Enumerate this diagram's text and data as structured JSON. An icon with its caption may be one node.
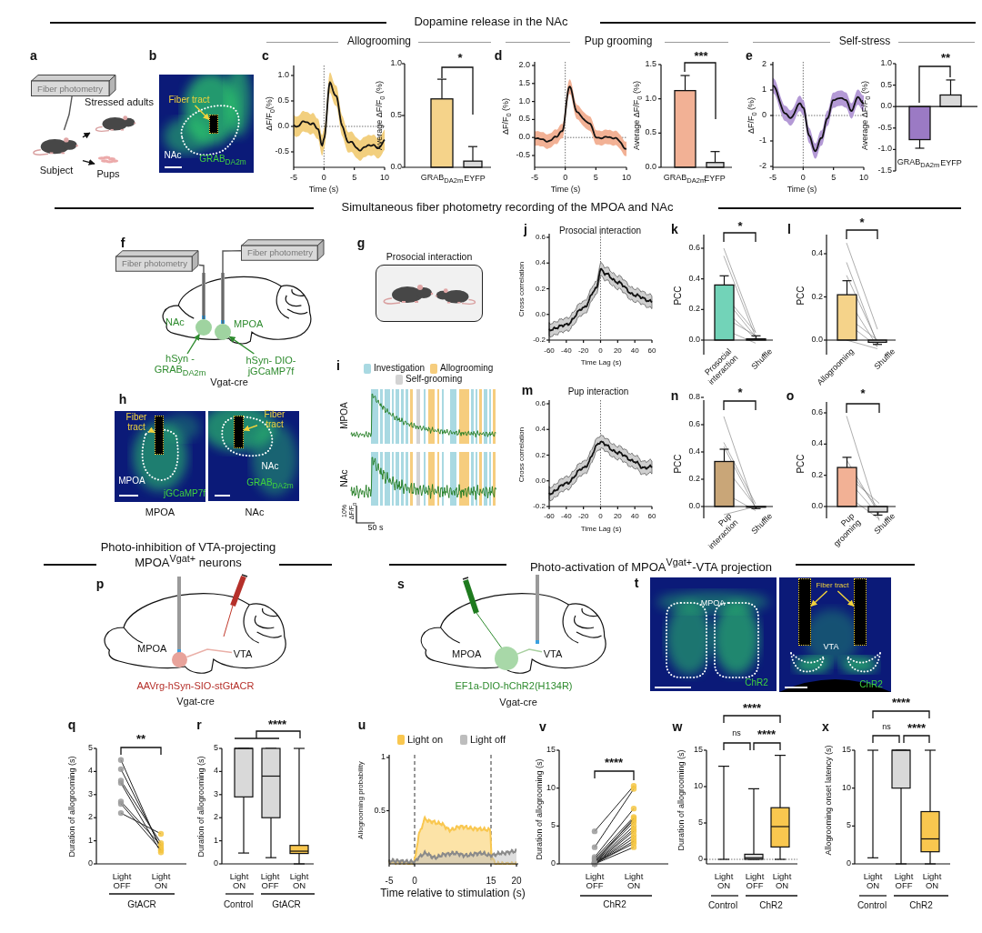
{
  "diagram": {
    "nodes": [
      {
        "text": [
          "Fiber photometry"
        ]
      },
      {
        "text": [
          "Subject"
        ]
      },
      {
        "text": [
          "Stressed adults"
        ]
      },
      {
        "text": [
          "Pups"
        ]
      },
      {
        "text": [
          "Fiber tract"
        ]
      },
      {
        "text": [],
        "shape": "box"
      },
      {
        "text": [
          "Fiber photometry"
        ]
      },
      {
        "text": [
          "Fiber photometry"
        ]
      },
      {
        "text": [],
        "shape": "circle",
        "beside": [
          "NAc"
        ]
      },
      {
        "text": [],
        "shape": "circle",
        "beside": [
          "MPOA"
        ]
      },
      {
        "text": [
          "hSyn -GRAB$_{DA2m}$"
        ]
      },
      {
        "text": [
          "hSyn- DIO-jGCaMP7f"
        ]
      },
      {
        "text": [
          "Fiber tract"
        ]
      },
      {
        "text": [],
        "shape": "box"
      },
      {
        "text": [
          "Fiber tract"
        ]
      },
      {
        "text": [],
        "shape": "box"
      },
      {
        "text": [
          "Fiber tract"
        ]
      },
      {
        "text": [],
        "shape": "box"
      },
      {
        "text": [],
        "shape": "box"
      },
      {
        "text": [],
        "shape": "circle",
        "beside": [
          "MPOA"
        ]
      },
      {
        "text": [
          "VTA"
        ]
      },
      {
        "text": [],
        "shape": "circle",
        "beside": [
          "MPOA"
        ]
      },
      {
        "text": [
          "VTA"
        ]
      },
      {
        "text": [
          "Prosocial interaction"
        ]
      }
    ],
    "edges": [
      {
        "from": 0,
        "to": 1,
        "arrow": "none",
        "color": "#555555"
      },
      {
        "from": 1,
        "to": 2,
        "arrow": "to",
        "color": "#111111"
      },
      {
        "from": 1,
        "to": 3,
        "arrow": "to",
        "color": "#111111"
      },
      {
        "from": 4,
        "to": 5,
        "arrow": "to",
        "color": "#f2d33c"
      },
      {
        "from": 6,
        "to": 8,
        "arrow": "none",
        "color": "#555555"
      },
      {
        "from": 7,
        "to": 9,
        "arrow": "none",
        "color": "#555555"
      },
      {
        "from": 10,
        "to": 8,
        "arrow": "to",
        "color": "#2e8b2e"
      },
      {
        "from": 11,
        "to": 9,
        "arrow": "to",
        "color": "#2e8b2e"
      },
      {
        "from": 12,
        "to": 13,
        "arrow": "to",
        "color": "#f2d33c"
      },
      {
        "from": 14,
        "to": 15,
        "arrow": "to",
        "color": "#f2d33c"
      },
      {
        "from": 16,
        "to": 17,
        "arrow": "to",
        "color": "#f2d33c"
      },
      {
        "from": 16,
        "to": 18,
        "arrow": "to",
        "color": "#f2d33c"
      },
      {
        "from": 19,
        "to": 20,
        "arrow": "none",
        "color": "#eab0a8"
      },
      {
        "from": 21,
        "to": 22,
        "arrow": "none",
        "color": "#a8d0a0"
      }
    ],
    "labels": [
      "Dopamine release in the NAc",
      "Allogrooming",
      "Pup grooming",
      "Self-stress",
      "a",
      "b",
      "NAc",
      "GRAB$_{DA2m}$",
      "c",
      "1.0",
      "0.5",
      "0.0",
      "-0.5",
      "ΔF/F$_{0}$(%)",
      "-5",
      "0",
      "5",
      "10",
      "Time (s)",
      "*",
      "1.0",
      "0.5",
      "0.0",
      "Average ΔF/F$_{0}$ (%)",
      "GRAB$_{DA2m}$",
      "EYFP",
      "d",
      "2.0",
      "1.5",
      "1.0",
      "0.5",
      "0.0",
      "-0.5",
      "ΔF/F$_{0}$ (%)",
      "-5",
      "0",
      "5",
      "10",
      "Time (s)",
      "***",
      "1.5",
      "1.0",
      "0.5",
      "0.0",
      "Average ΔF/F$_{0}$ (%)",
      "GRAB$_{DA2m}$",
      "EYFP",
      "e",
      "2",
      "1",
      "0",
      "-1",
      "-2",
      "ΔF/F$_{0}$ (%)",
      "-5",
      "0",
      "5",
      "10",
      "Time (s)",
      "**",
      "1.0",
      "0.5",
      "0.0",
      "-0.5",
      "-1.0",
      "-1.5",
      "Average ΔF/F$_{0}$ (%)",
      "GRAB$_{DA2m}$",
      "EYFP",
      "Simultaneous fiber photometry recording of the MPOA and NAc",
      "f",
      "g",
      "Vgat-cre",
      "h",
      "MPOA",
      "jGCaMP7f",
      "NAc",
      "GRAB$_{DA2m}$",
      "MPOA",
      "NAc",
      "i",
      "MPOA",
      "NAc",
      "10% ΔF/F$_{0}$",
      "50 s",
      "j",
      "Prosocial interaction",
      "0.6",
      "0.4",
      "0.2",
      "0.0",
      "-0.2",
      "Cross correlation",
      "-60",
      "-40",
      "-20",
      "0",
      "20",
      "40",
      "60",
      "Time Lag (s)",
      "k",
      "*",
      "0.6",
      "0.4",
      "0.2",
      "0.0",
      "PCC",
      "Prosocial interaction",
      "Shuffle",
      "l",
      "*",
      "0.4",
      "0.2",
      "0.0",
      "PCC",
      "Allogrooming",
      "Shuffle",
      "m",
      "Pup interaction",
      "0.6",
      "0.4",
      "0.2",
      "0.0",
      "-0.2",
      "Cross correlation",
      "-60",
      "-40",
      "-20",
      "0",
      "20",
      "40",
      "60",
      "Time Lag (s)",
      "n",
      "*",
      "0.8",
      "0.6",
      "0.4",
      "0.2",
      "0.0",
      "PCC",
      "Pup interaction",
      "Shuffle",
      "o",
      "*",
      "0.6",
      "0.4",
      "0.2",
      "0.0",
      "PCC",
      "Pup grooming",
      "Shuffle",
      "Photo-inhibition of VTA-projecting MPOA$^{Vgat+}$ neurons",
      "Photo-activation of MPOA$^{Vgat+}$-VTA projection",
      "p",
      "AAVrg-hSyn-SIO-stGtACR",
      "Vgat-cre",
      "s",
      "EF1a-DIO-hChR2(H134R)",
      "Vgat-cre",
      "t",
      "MPOA",
      "ChR2",
      "VTA",
      "ChR2",
      "q",
      "**",
      "5",
      "4",
      "3",
      "2",
      "1",
      "0",
      "Duration of allogrooming (s)",
      "Light OFF",
      "Light ON",
      "GtACR",
      "r",
      "****",
      "5",
      "4",
      "3",
      "2",
      "1",
      "0",
      "Duration of allogrooming (s)",
      "Light ON",
      "Light OFF",
      "Light ON",
      "Control",
      "GtACR",
      "u",
      "1",
      "0.5",
      "Allogrooming probability",
      "-5",
      "0",
      "15",
      "20",
      "Time relative to stimulation (s)",
      "v",
      "****",
      "15",
      "10",
      "5",
      "0",
      "Duration of allogrooming (s)",
      "Light OFF",
      "Light ON",
      "ChR2",
      "w",
      "****",
      "ns",
      "****",
      "15",
      "10",
      "5",
      "0",
      "Duration of allogrooming (s)",
      "Light ON",
      "Light OFF",
      "Light ON",
      "Control",
      "ChR2",
      "x",
      "****",
      "ns",
      "****",
      "15",
      "10",
      "5",
      "0",
      "Allogrooming onset latency (s)",
      "Light ON",
      "Light OFF",
      "Light ON",
      "Control",
      "ChR2"
    ],
    "legend": [
      {
        "text": "Investigation",
        "color": "#a9d9e2"
      },
      {
        "text": "Allogrooming",
        "color": "#f6cd7e"
      },
      {
        "text": "Self-grooming",
        "color": "#d3d3d3"
      },
      {
        "text": "Light on",
        "color": "#f9c74f"
      },
      {
        "text": "Light off",
        "color": "#bdbdbd"
      }
    ]
  }
}
